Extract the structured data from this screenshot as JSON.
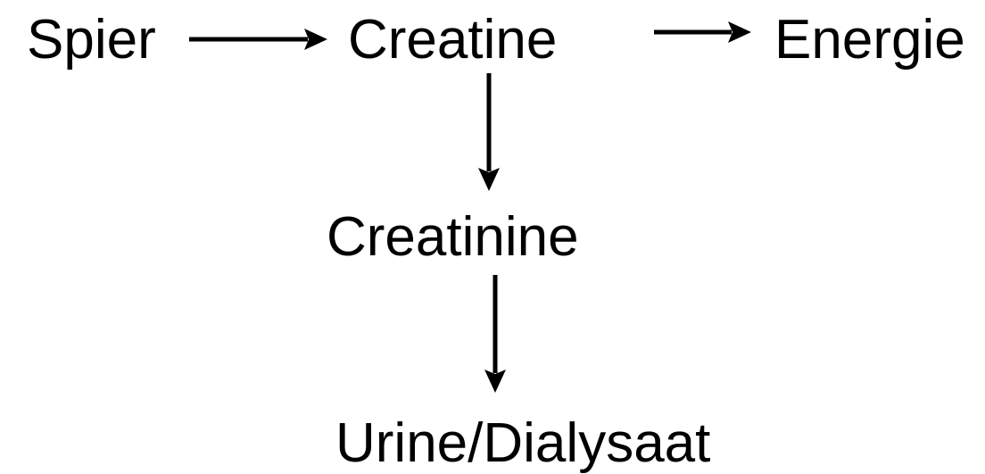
{
  "diagram": {
    "nodes": {
      "spier": "Spier",
      "creatine": "Creatine",
      "energie": "Energie",
      "creatinine": "Creatinine",
      "urine": "Urine/Dialysaat"
    },
    "edges": [
      {
        "from": "Spier",
        "to": "Creatine"
      },
      {
        "from": "Creatine",
        "to": "Energie"
      },
      {
        "from": "Creatine",
        "to": "Creatinine"
      },
      {
        "from": "Creatinine",
        "to": "Urine/Dialysaat"
      }
    ],
    "colors": {
      "text": "#000000",
      "arrow": "#000000",
      "background": "#ffffff"
    }
  }
}
